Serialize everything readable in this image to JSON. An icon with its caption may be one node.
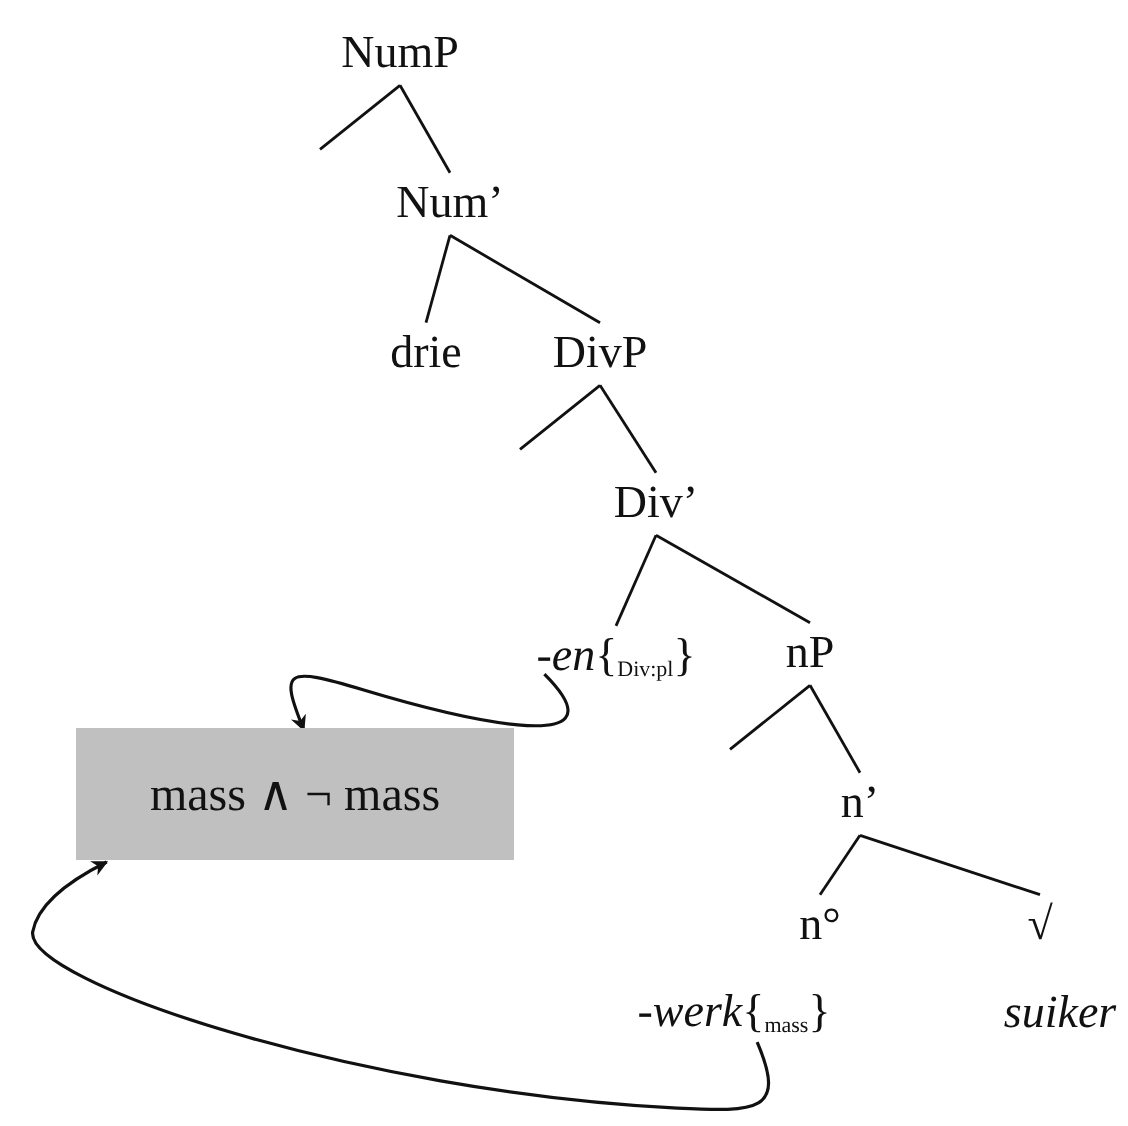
{
  "diagram": {
    "nodes": [
      {
        "text": [
          "NumP"
        ]
      },
      {
        "text": [
          "Num’"
        ]
      },
      {
        "text": [
          "drie"
        ]
      },
      {
        "text": [
          "DivP"
        ]
      },
      {
        "text": [
          "Div’"
        ]
      },
      {
        "text": [
          "*-en*{$_{Div:pl}$}"
        ]
      },
      {
        "text": [
          "nP"
        ]
      },
      {
        "text": [
          "n’"
        ]
      },
      {
        "text": [
          "n°"
        ]
      },
      {
        "text": [
          "√"
        ]
      },
      {
        "text": [
          "*-werk*{$_{mass}$}"
        ]
      },
      {
        "text": [
          "suiker"
        ]
      },
      {
        "text": [
          "mass ∧ ¬ mass"
        ]
      }
    ],
    "edges": [
      {
        "from": 0,
        "to": null,
        "arrow": "none"
      },
      {
        "from": 0,
        "to": 1,
        "arrow": "none"
      },
      {
        "from": 1,
        "to": 2,
        "arrow": "none"
      },
      {
        "from": 1,
        "to": 3,
        "arrow": "none"
      },
      {
        "from": 3,
        "to": null,
        "arrow": "none"
      },
      {
        "from": 3,
        "to": 4,
        "arrow": "none"
      },
      {
        "from": 4,
        "to": 5,
        "arrow": "none"
      },
      {
        "from": 4,
        "to": 6,
        "arrow": "none"
      },
      {
        "from": 6,
        "to": null,
        "arrow": "none"
      },
      {
        "from": 6,
        "to": 7,
        "arrow": "none"
      },
      {
        "from": 7,
        "to": 8,
        "arrow": "none"
      },
      {
        "from": 7,
        "to": 9,
        "arrow": "none"
      },
      {
        "from": 5,
        "to": 12,
        "arrow": "to"
      },
      {
        "from": 10,
        "to": 12,
        "arrow": "to"
      }
    ]
  }
}
